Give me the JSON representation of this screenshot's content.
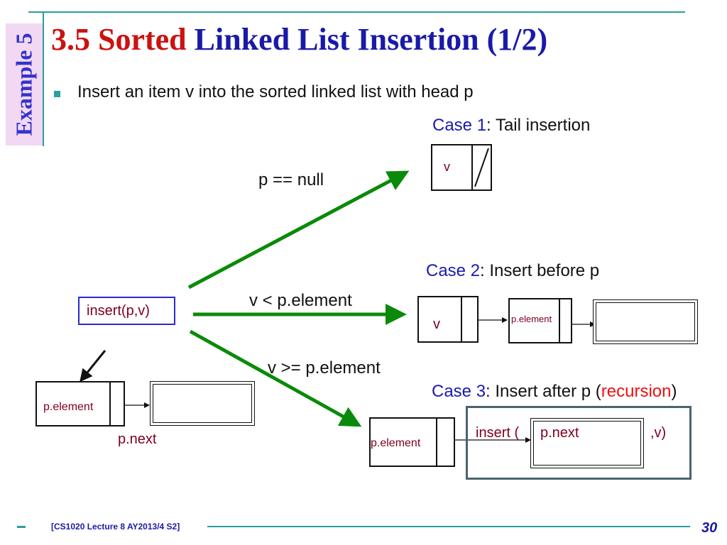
{
  "sidebar": {
    "tab_label": "Example 5"
  },
  "title": {
    "number_sorted": "3.5 Sorted",
    "rest": "Linked List Insertion (1/2)"
  },
  "bullet": {
    "text": "Insert an item v into the sorted linked list with head p"
  },
  "start": {
    "call": "insert(p,v)"
  },
  "conditions": {
    "null": "p == null",
    "less": "v < p.element",
    "greater_equal": "v >= p.element"
  },
  "case1": {
    "heading": "Case 1",
    "desc": ": Tail insertion",
    "node_value": "v"
  },
  "case2": {
    "heading": "Case 2",
    "desc": ": Insert before p",
    "node_value": "v",
    "next_element": "p.element"
  },
  "case3": {
    "heading": "Case 3",
    "desc": ": Insert after p (",
    "recursion": "recursion",
    "close": ")",
    "node_element": "p.element",
    "call_open": "insert (",
    "call_arg": "p.next",
    "call_close": ",v)"
  },
  "initial": {
    "element": "p.element",
    "next_label": "p.next"
  },
  "colors": {
    "accent_teal": "#2a9d9d",
    "title_red": "#cc1111",
    "title_blue": "#1a1aa8",
    "arrow_green": "#0a8a0a",
    "label_maroon": "#800020",
    "case3_frame": "#4a6470"
  },
  "footer": {
    "course": "[CS1020 Lecture 8 AY2013/4 S2]",
    "page": "30"
  }
}
